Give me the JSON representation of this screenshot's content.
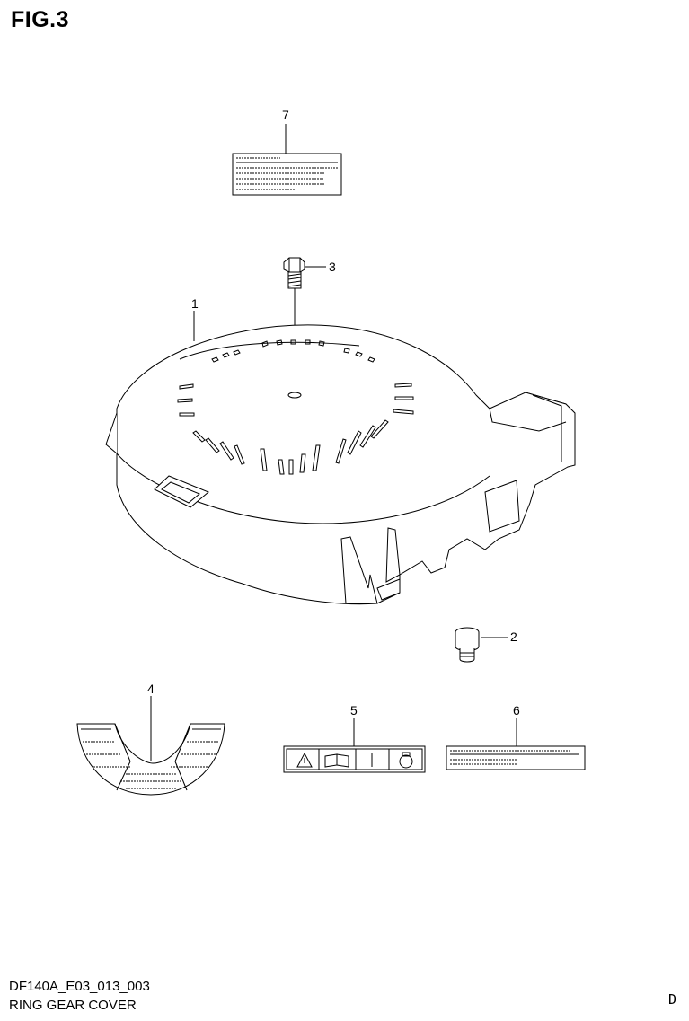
{
  "figure_label": "FIG.3",
  "footer": {
    "code": "DF140A_E03_013_003",
    "name": "RING GEAR COVER"
  },
  "corner_letter": "D",
  "callouts": [
    {
      "number": "1",
      "part": "cover"
    },
    {
      "number": "2",
      "part": "grommet"
    },
    {
      "number": "3",
      "part": "bolt"
    },
    {
      "number": "4",
      "part": "cushion"
    },
    {
      "number": "5",
      "part": "warning-label"
    },
    {
      "number": "6",
      "part": "label"
    },
    {
      "number": "7",
      "part": "label"
    }
  ]
}
